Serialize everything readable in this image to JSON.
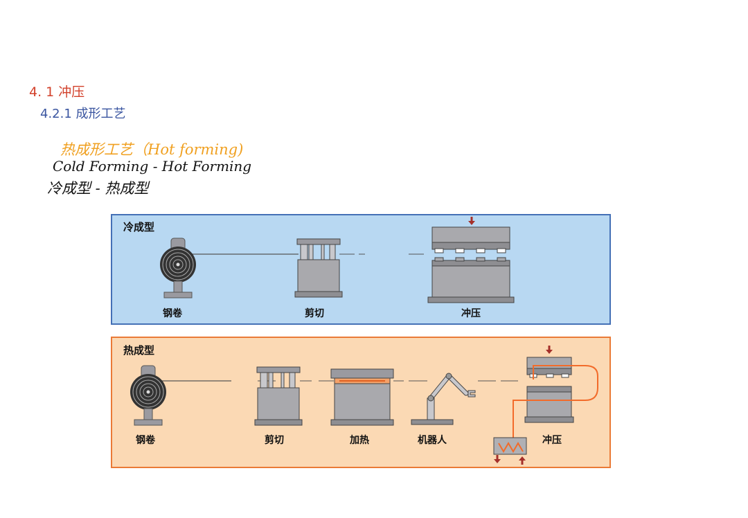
{
  "heading": {
    "section": "4. 1  冲压",
    "subsection": "4.2.1 成形工艺"
  },
  "subtitle": {
    "line1": "热成形工艺（Hot forming)",
    "line2": "Cold Forming - Hot Forming",
    "line3": "冷成型  -  热成型"
  },
  "cold_panel": {
    "title": "冷成型",
    "steps": [
      "钢卷",
      "剪切",
      "冲压"
    ]
  },
  "hot_panel": {
    "title": "热成型",
    "steps": [
      "钢卷",
      "剪切",
      "加热",
      "机器人",
      "冲压"
    ]
  },
  "colors": {
    "cold_bg": "#b8d8f2",
    "cold_border": "#4470b6",
    "hot_bg": "#fbd9b4",
    "hot_border": "#ea7a36",
    "machine": "#a9a9ad",
    "arrow": "#a5302a",
    "hot_line": "#f26b2a"
  }
}
